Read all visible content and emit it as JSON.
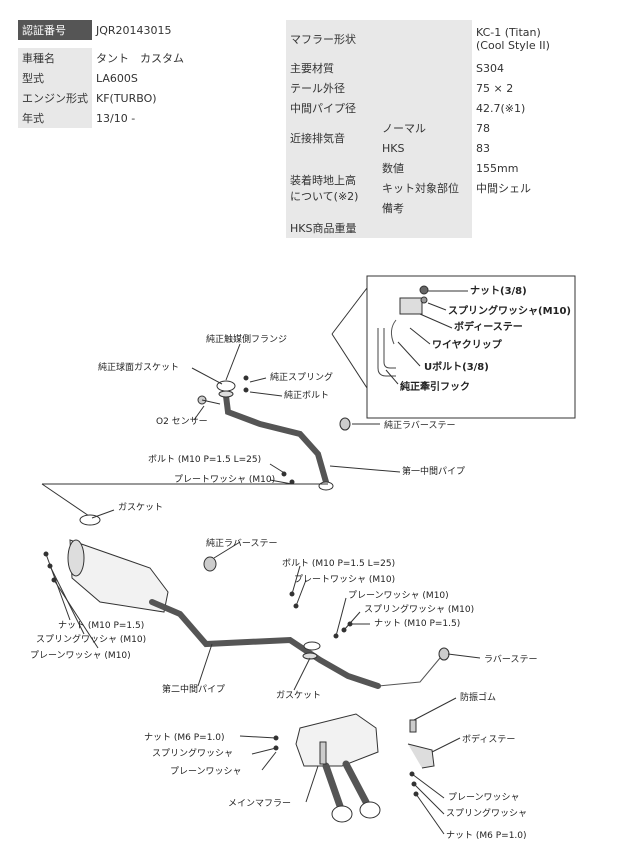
{
  "left_table": {
    "cert_label": "認証番号",
    "cert_value": "JQR20143015",
    "car_label": "車種名",
    "car_value": "タント　カスタム",
    "model_label": "型式",
    "model_value": "LA600S",
    "engine_label": "エンジン形式",
    "engine_value": "KF(TURBO)",
    "year_label": "年式",
    "year_value": "13/10 -"
  },
  "right_table": {
    "muffler_label": "マフラー形状",
    "muffler_value_1": "KC-1 (Titan)",
    "muffler_value_2": "(Cool Style II)",
    "material_label": "主要材質",
    "material_value": "S304",
    "tail_label": "テール外径",
    "tail_value": "75 × 2",
    "pipe_label": "中間パイプ径",
    "pipe_value": "42.7(※1)",
    "noise_label": "近接排気音",
    "noise_normal_label": "ノーマル",
    "noise_normal_value": "78",
    "noise_hks_label": "HKS",
    "noise_hks_value": "83",
    "ground_label_1": "装着時地上高",
    "ground_label_2": "について(※2)",
    "ground_value_label": "数値",
    "ground_value": "155mm",
    "kit_label": "キット対象部位",
    "kit_value": "中間シェル",
    "remarks_label": "備考",
    "remarks_value": "",
    "weight_label": "HKS商品重量",
    "weight_value": ""
  },
  "diagram": {
    "inset": {
      "nut": "ナット(3/8)",
      "spring_washer": "スプリングワッシャ(M10)",
      "body_stay": "ボディーステー",
      "wire_clip": "ワイヤクリップ",
      "u_bolt": "Uボルト(3/8)",
      "tow_hook": "純正牽引フック"
    },
    "labels": {
      "genuine_flange": "純正触媒側フランジ",
      "genuine_gasket": "純正球面ガスケット",
      "genuine_spring": "純正スプリング",
      "genuine_bolt": "純正ボルト",
      "o2_sensor": "O2 センサー",
      "genuine_rubber_stay_1": "純正ラバーステー",
      "bolt_m10_25_a": "ボルト (M10 P=1.5 L=25)",
      "plate_washer_a": "プレートワッシャ (M10)",
      "first_pipe": "第一中間パイプ",
      "gasket_a": "ガスケット",
      "genuine_rubber_stay_2": "純正ラバーステー",
      "bolt_m10_25_b": "ボルト (M10 P=1.5 L=25)",
      "plate_washer_b": "プレートワッシャ (M10)",
      "plain_washer_m10_a": "プレーンワッシャ (M10)",
      "spring_washer_m10_a": "スプリングワッシャ (M10)",
      "nut_m10_a": "ナット (M10 P=1.5)",
      "nut_m10_b": "ナット (M10 P=1.5)",
      "spring_washer_m10_b": "スプリングワッシャ (M10)",
      "plain_washer_m10_b": "プレーンワッシャ (M10)",
      "rubber_stay": "ラバーステー",
      "second_pipe": "第二中間パイプ",
      "gasket_b": "ガスケット",
      "anti_vibration_rubber": "防振ゴム",
      "body_stay": "ボディステー",
      "nut_m6_a": "ナット (M6 P=1.0)",
      "spring_washer_a": "スプリングワッシャ",
      "plain_washer_a": "プレーンワッシャ",
      "main_muffler": "メインマフラー",
      "plain_washer_b": "プレーンワッシャ",
      "spring_washer_b": "スプリングワッシャ",
      "nut_m6_b": "ナット (M6 P=1.0)"
    }
  }
}
